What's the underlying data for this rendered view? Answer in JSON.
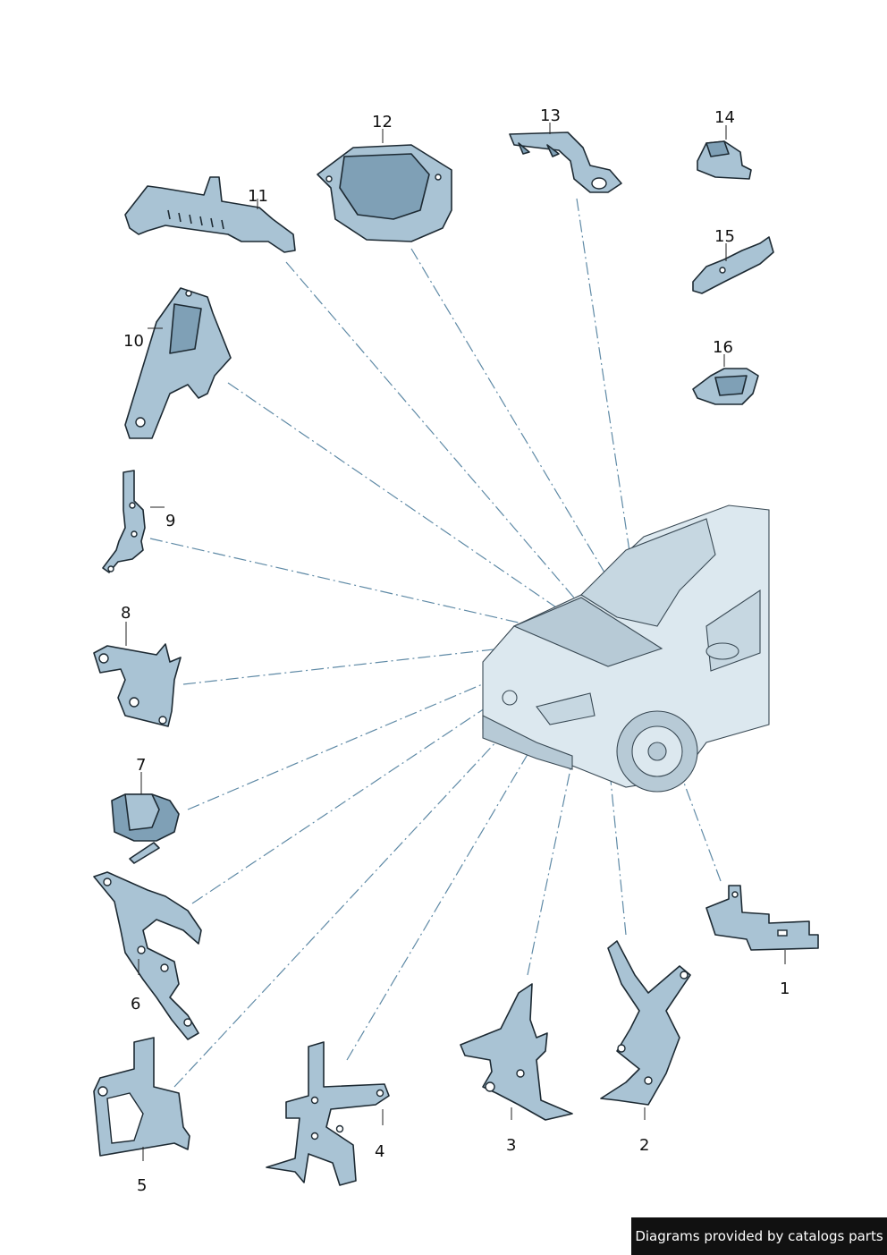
{
  "callouts": [
    {
      "id": "1",
      "label": "1"
    },
    {
      "id": "2",
      "label": "2"
    },
    {
      "id": "3",
      "label": "3"
    },
    {
      "id": "4",
      "label": "4"
    },
    {
      "id": "5",
      "label": "5"
    },
    {
      "id": "6",
      "label": "6"
    },
    {
      "id": "7",
      "label": "7"
    },
    {
      "id": "8",
      "label": "8"
    },
    {
      "id": "9",
      "label": "9"
    },
    {
      "id": "10",
      "label": "10"
    },
    {
      "id": "11",
      "label": "11"
    },
    {
      "id": "12",
      "label": "12"
    },
    {
      "id": "13",
      "label": "13"
    },
    {
      "id": "14",
      "label": "14"
    },
    {
      "id": "15",
      "label": "15"
    },
    {
      "id": "16",
      "label": "16"
    }
  ],
  "footer": {
    "credit": "Diagrams provided by catalogs parts"
  },
  "colors": {
    "part_fill": "#a9c3d4",
    "part_outline": "#1d2a33",
    "leader_line": "#5f8aa6",
    "footer_bg": "#111111"
  }
}
